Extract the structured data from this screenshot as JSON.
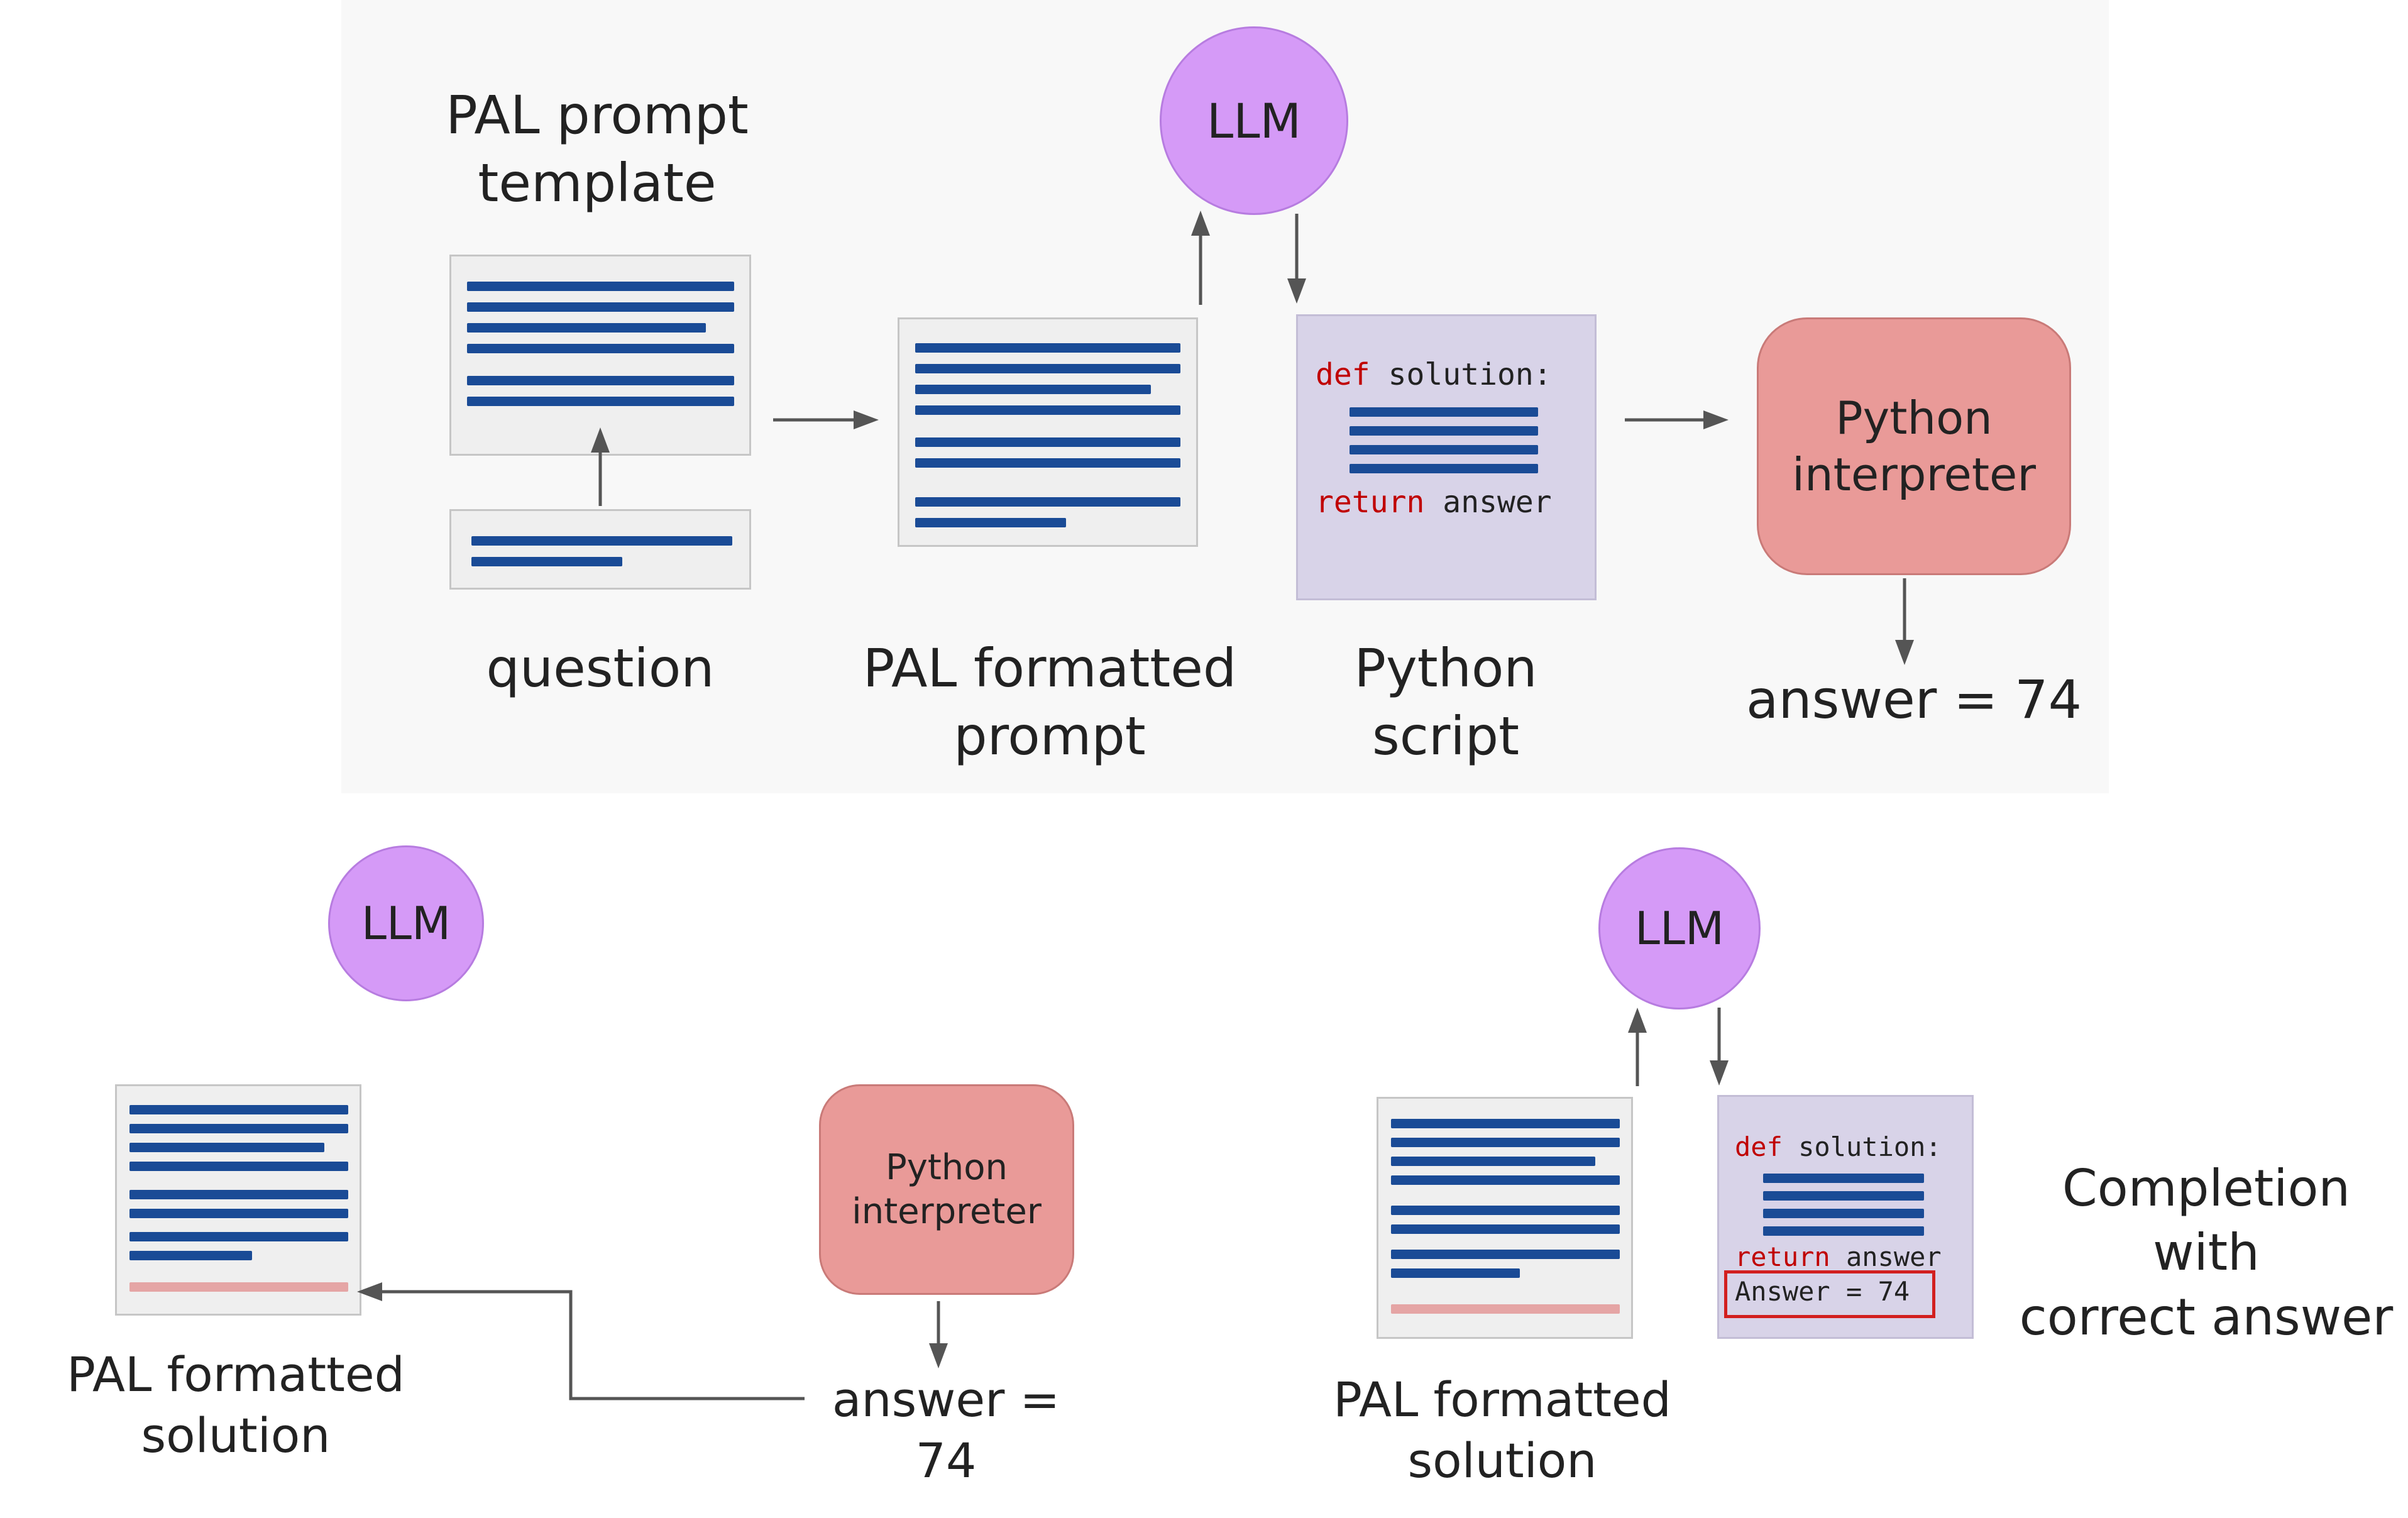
{
  "top": {
    "template_label": "PAL prompt\ntemplate",
    "question_label": "question",
    "formatted_prompt_label": "PAL formatted\nprompt",
    "llm_label": "LLM",
    "script": {
      "def_kw": "def",
      "def_rest": " solution:",
      "return_kw": "return",
      "return_rest": " answer"
    },
    "script_label": "Python\nscript",
    "interpreter_label": "Python\ninterpreter",
    "answer": "answer = 74"
  },
  "bottom_left": {
    "llm_label": "LLM",
    "solution_label": "PAL formatted\nsolution",
    "interpreter_label": "Python\ninterpreter",
    "answer": "answer = 74"
  },
  "bottom_right": {
    "llm_label": "LLM",
    "solution_label": "PAL formatted\nsolution",
    "script": {
      "def_kw": "def",
      "def_rest": " solution:",
      "return_kw": "return",
      "return_rest": " answer",
      "answer_line": "Answer = 74"
    },
    "completion_label": "Completion with\ncorrect answer"
  },
  "colors": {
    "doc_line": "#1a4b96",
    "llm": "#d59af7",
    "interpreter": "#e99a98",
    "script_bg": "#d8d3e8",
    "keyword": "#c00000",
    "highlight_box": "#d21f1f"
  }
}
